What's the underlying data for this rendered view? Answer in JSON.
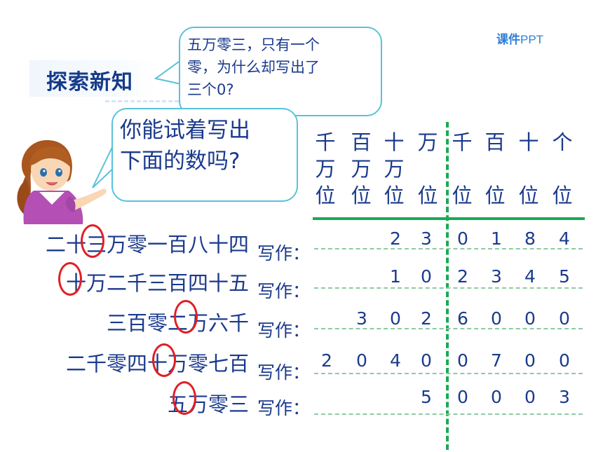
{
  "brand": {
    "prefix": "课件",
    "suffix": "PPT"
  },
  "title": "探索新知",
  "bubble_top": {
    "lines": [
      "五万零三，只有一个",
      "零，为什么却写出了",
      "三个0?"
    ]
  },
  "bubble_girl": {
    "lines": [
      "你能试着写出",
      "下面的数吗?"
    ]
  },
  "place_headers": [
    {
      "line1": "千",
      "line2": "万",
      "line3": "位"
    },
    {
      "line1": "百",
      "line2": "万",
      "line3": "位"
    },
    {
      "line1": "十",
      "line2": "万",
      "line3": "位"
    },
    {
      "line1": "万",
      "line2": "",
      "line3": "位"
    },
    {
      "line1": "千",
      "line2": "",
      "line3": "位"
    },
    {
      "line1": "百",
      "line2": "",
      "line3": "位"
    },
    {
      "line1": "十",
      "line2": "",
      "line3": "位"
    },
    {
      "line1": "个",
      "line2": "",
      "line3": "位"
    }
  ],
  "write_label": "写作：",
  "rows": [
    {
      "text": "二十三万零一百八十四",
      "digits": [
        "",
        "",
        "2",
        "3",
        "0",
        "1",
        "8",
        "4"
      ]
    },
    {
      "text": "十万二千三百四十五",
      "digits": [
        "",
        "",
        "1",
        "0",
        "2",
        "3",
        "4",
        "5"
      ]
    },
    {
      "text": "三百零二万六千",
      "digits": [
        "",
        "3",
        "0",
        "2",
        "6",
        "0",
        "0",
        "0"
      ]
    },
    {
      "text": "二千零四十万零七百",
      "digits": [
        "2",
        "0",
        "4",
        "0",
        "0",
        "7",
        "0",
        "0"
      ]
    },
    {
      "text": "五万零三",
      "digits": [
        "",
        "",
        "",
        "5",
        "0",
        "0",
        "0",
        "3"
      ]
    }
  ],
  "colors": {
    "text": "#1a3a8c",
    "bubble_border": "#59c2d9",
    "grid_green": "#1aaa55",
    "circle_red": "#e01f26"
  }
}
